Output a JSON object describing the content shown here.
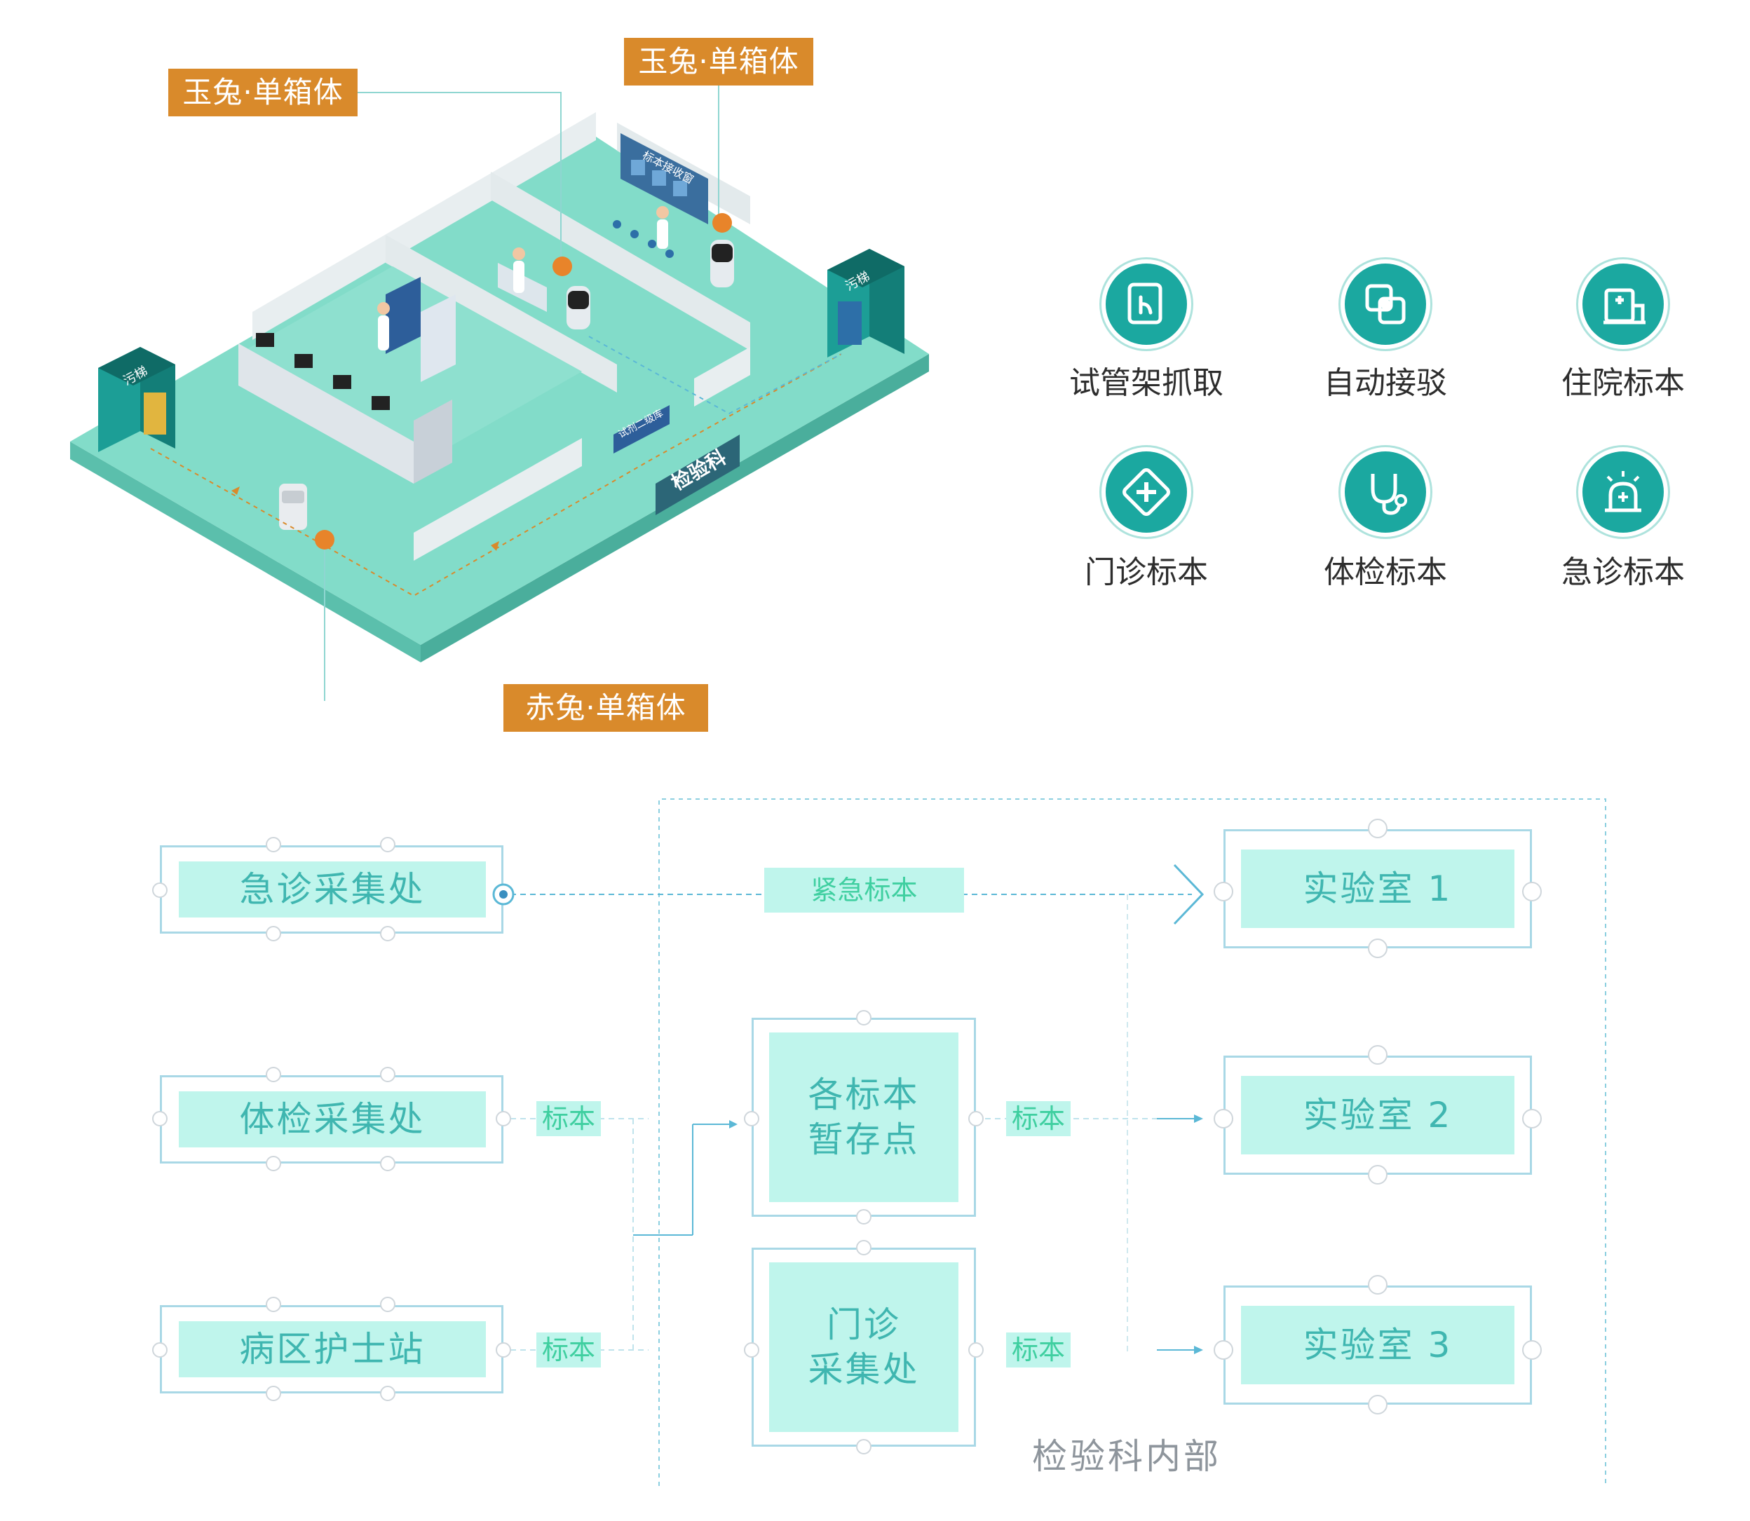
{
  "illustration": {
    "callouts": [
      {
        "text": "玉兔·单箱体"
      },
      {
        "text": "玉兔·单箱体"
      },
      {
        "text": "赤兔·单箱体"
      }
    ],
    "floor_signs": {
      "lab_sign": "检验科",
      "elevator_left": "污梯",
      "elevator_right": "污梯",
      "reception_board": "标本接收窗",
      "room_plate": "试剂二级库"
    },
    "colors": {
      "floor": "#7fd8c5",
      "wall": "#e9eef0",
      "callout": "#d98a2b",
      "route": "#d98a2b"
    }
  },
  "features": [
    {
      "label": "试管架抓取",
      "icon": "hand-touch-icon"
    },
    {
      "label": "自动接驳",
      "icon": "link-connect-icon"
    },
    {
      "label": "住院标本",
      "icon": "inpatient-bed-icon"
    },
    {
      "label": "门诊标本",
      "icon": "outpatient-plus-icon"
    },
    {
      "label": "体检标本",
      "icon": "stethoscope-icon"
    },
    {
      "label": "急诊标本",
      "icon": "emergency-siren-icon"
    }
  ],
  "flow": {
    "sources": [
      {
        "label": "急诊采集处"
      },
      {
        "label": "体检采集处"
      },
      {
        "label": "病区护士站"
      }
    ],
    "hub": {
      "line1": "各标本",
      "line2": "暂存点"
    },
    "outpatient": {
      "line1": "门诊",
      "line2": "采集处"
    },
    "labs": [
      {
        "label": "实验室 1"
      },
      {
        "label": "实验室 2"
      },
      {
        "label": "实验室 3"
      }
    ],
    "edge_labels": {
      "urgent": "紧急标本",
      "specimen_physical": "标本",
      "specimen_ward": "标本",
      "specimen_hub": "标本",
      "specimen_outpatient": "标本"
    },
    "region_label": "检验科内部",
    "colors": {
      "node_fill": "#bff5ec",
      "node_text": "#3fb6b0",
      "border": "#a9d8e6",
      "line": "#5bb8d6"
    }
  }
}
